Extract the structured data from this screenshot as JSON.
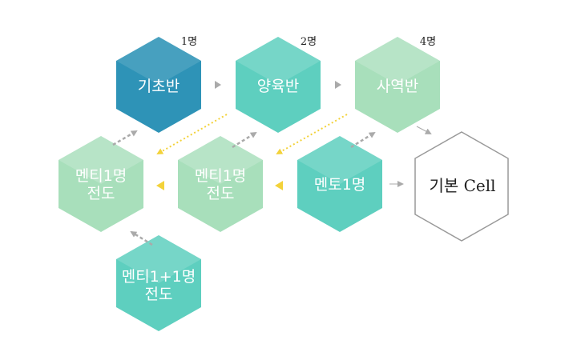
{
  "nodes": {
    "basic": {
      "label": "기초반",
      "count": "1명",
      "color": "#2e93b7"
    },
    "training": {
      "label": "양육반",
      "count": "2명",
      "color": "#5ecfbf"
    },
    "ministry": {
      "label": "사역반",
      "count": "4명",
      "color": "#a8dfbb"
    },
    "mentor_one": {
      "label": "멘토1명",
      "color": "#5ecfbf"
    },
    "mentee_one_mid": {
      "line1": "멘티1명",
      "line2": "전도",
      "color": "#a8dfbb"
    },
    "mentee_one_left": {
      "line1": "멘티1명",
      "line2": "전도",
      "color": "#a8dfbb"
    },
    "mentee_one_plus_one": {
      "line1": "멘티1+1명",
      "line2": "전도",
      "color": "#5ecfbf"
    },
    "basic_cell": {
      "label": "기본 Cell"
    }
  },
  "colors": {
    "arrow_gray": "#aaaaaa",
    "arrow_yellow": "#f3d23a",
    "cell_outline": "#999999"
  }
}
